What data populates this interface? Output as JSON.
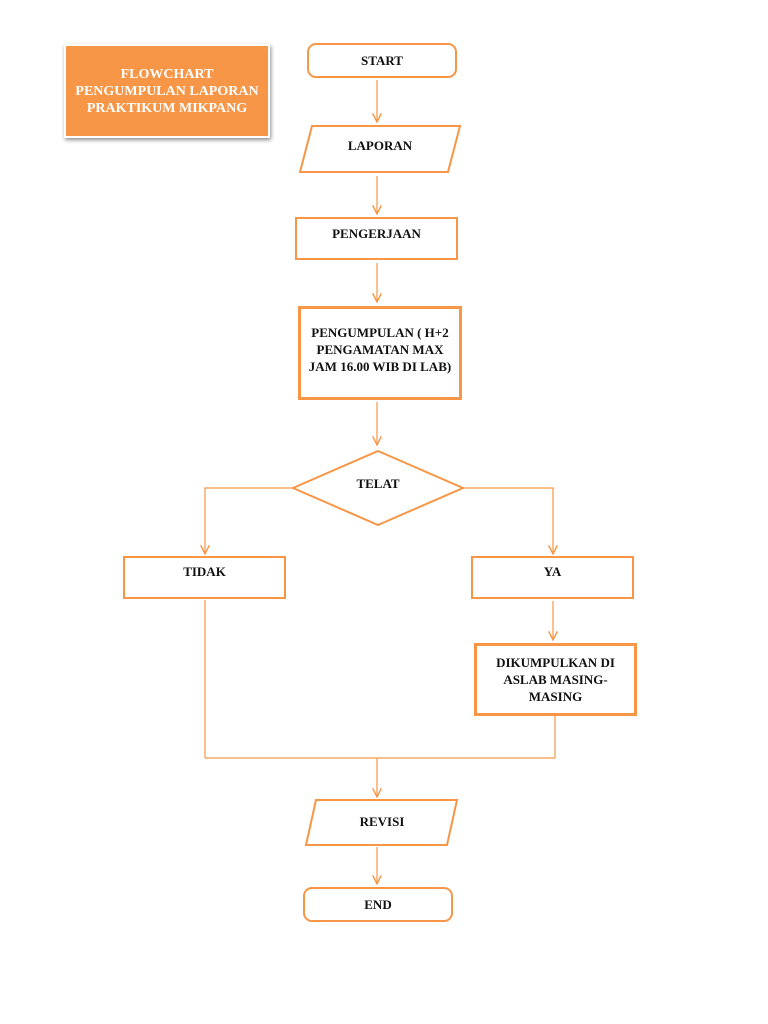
{
  "title": "FLOWCHART PENGUMPULAN LAPORAN PRAKTIKUM MIKPANG",
  "nodes": {
    "start": "START",
    "laporan": "LAPORAN",
    "pengerjaan": "PENGERJAAN",
    "pengumpulan": "PENGUMPULAN ( H+2 PENGAMATAN MAX JAM 16.00 WIB DI LAB)",
    "telat": "TELAT",
    "tidak": "TIDAK",
    "ya": "YA",
    "dikumpulkan": "DIKUMPULKAN DI ASLAB MASING-MASING",
    "revisi": "REVISI",
    "end": "END"
  },
  "colors": {
    "accent": "#f79646",
    "title_fill": "#f79646",
    "text": "#111111"
  }
}
